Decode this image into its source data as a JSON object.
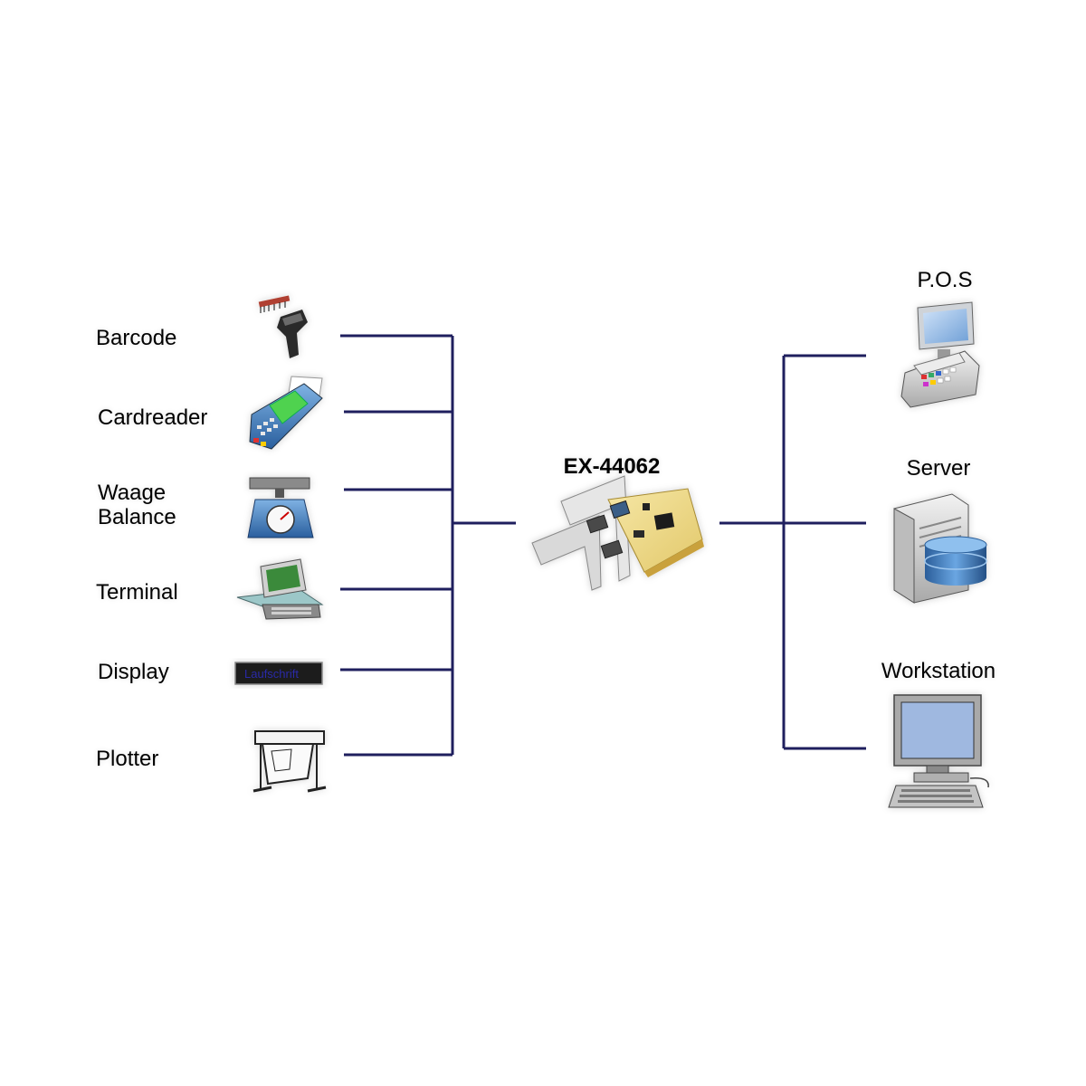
{
  "diagram": {
    "title": "EX-44062",
    "left_devices": [
      {
        "label": "Barcode",
        "icon": "barcode-scanner-icon"
      },
      {
        "label": "Cardreader",
        "icon": "card-reader-icon"
      },
      {
        "label": "Waage",
        "label2": "Balance",
        "icon": "scale-icon"
      },
      {
        "label": "Terminal",
        "icon": "terminal-icon"
      },
      {
        "label": "Display",
        "icon": "led-display-icon",
        "display_text": "Laufschrift"
      },
      {
        "label": "Plotter",
        "icon": "plotter-icon"
      }
    ],
    "right_devices": [
      {
        "label": "P.O.S",
        "icon": "pos-register-icon"
      },
      {
        "label": "Server",
        "icon": "server-icon"
      },
      {
        "label": "Workstation",
        "icon": "workstation-icon"
      }
    ],
    "card_icon": "serial-pcie-card-icon",
    "line_color": "#1f1f5e"
  }
}
